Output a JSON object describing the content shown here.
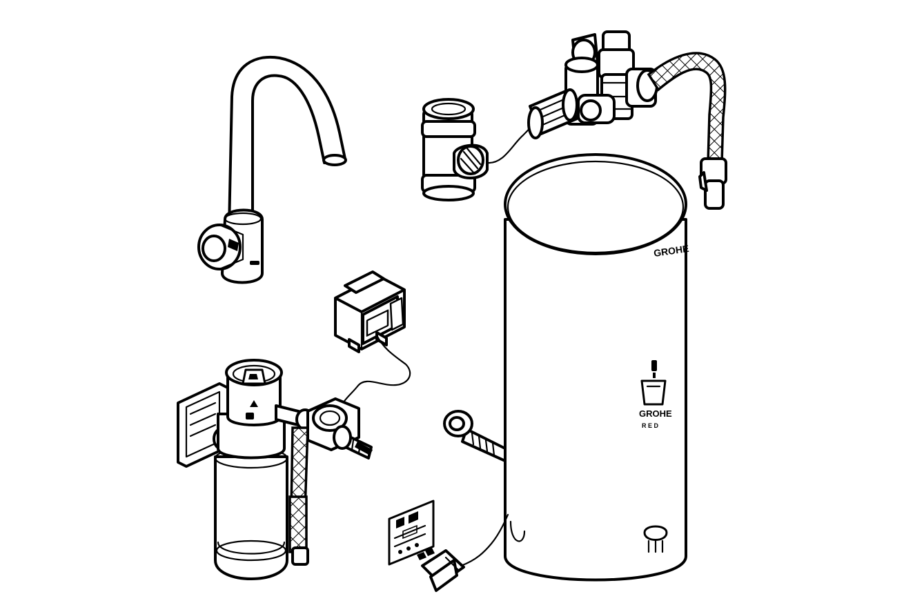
{
  "colors": {
    "line": "#000000",
    "background": "#ffffff"
  },
  "labels": {
    "tank_brand": "GROHE",
    "tank_emblem": "GROHE",
    "tank_emblem_sub": "R E D"
  },
  "components": [
    "kitchen-faucet",
    "boiler-tank",
    "safety-valve-group",
    "t-connector",
    "control-unit",
    "filter-head",
    "flow-meter",
    "power-plug",
    "instruction-label"
  ],
  "icons": [
    "cup-icon",
    "grohe-logo-icon",
    "plug-icon"
  ]
}
